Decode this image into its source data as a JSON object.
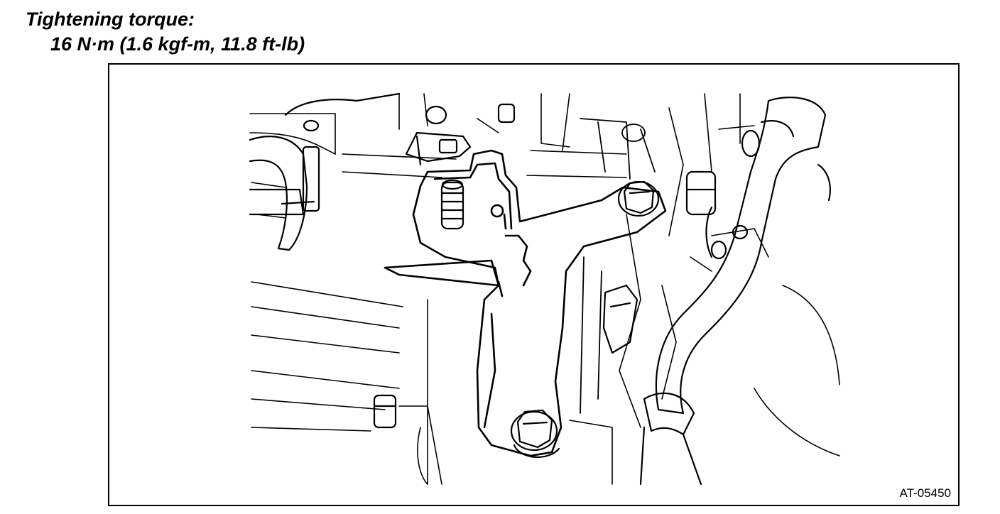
{
  "torque_spec": {
    "label": "Tightening torque:",
    "value": "16 N·m (1.6 kgf-m, 11.8 ft-lb)"
  },
  "figure": {
    "id_label": "AT-05450",
    "line_color": "#000000",
    "background_color": "#ffffff"
  }
}
